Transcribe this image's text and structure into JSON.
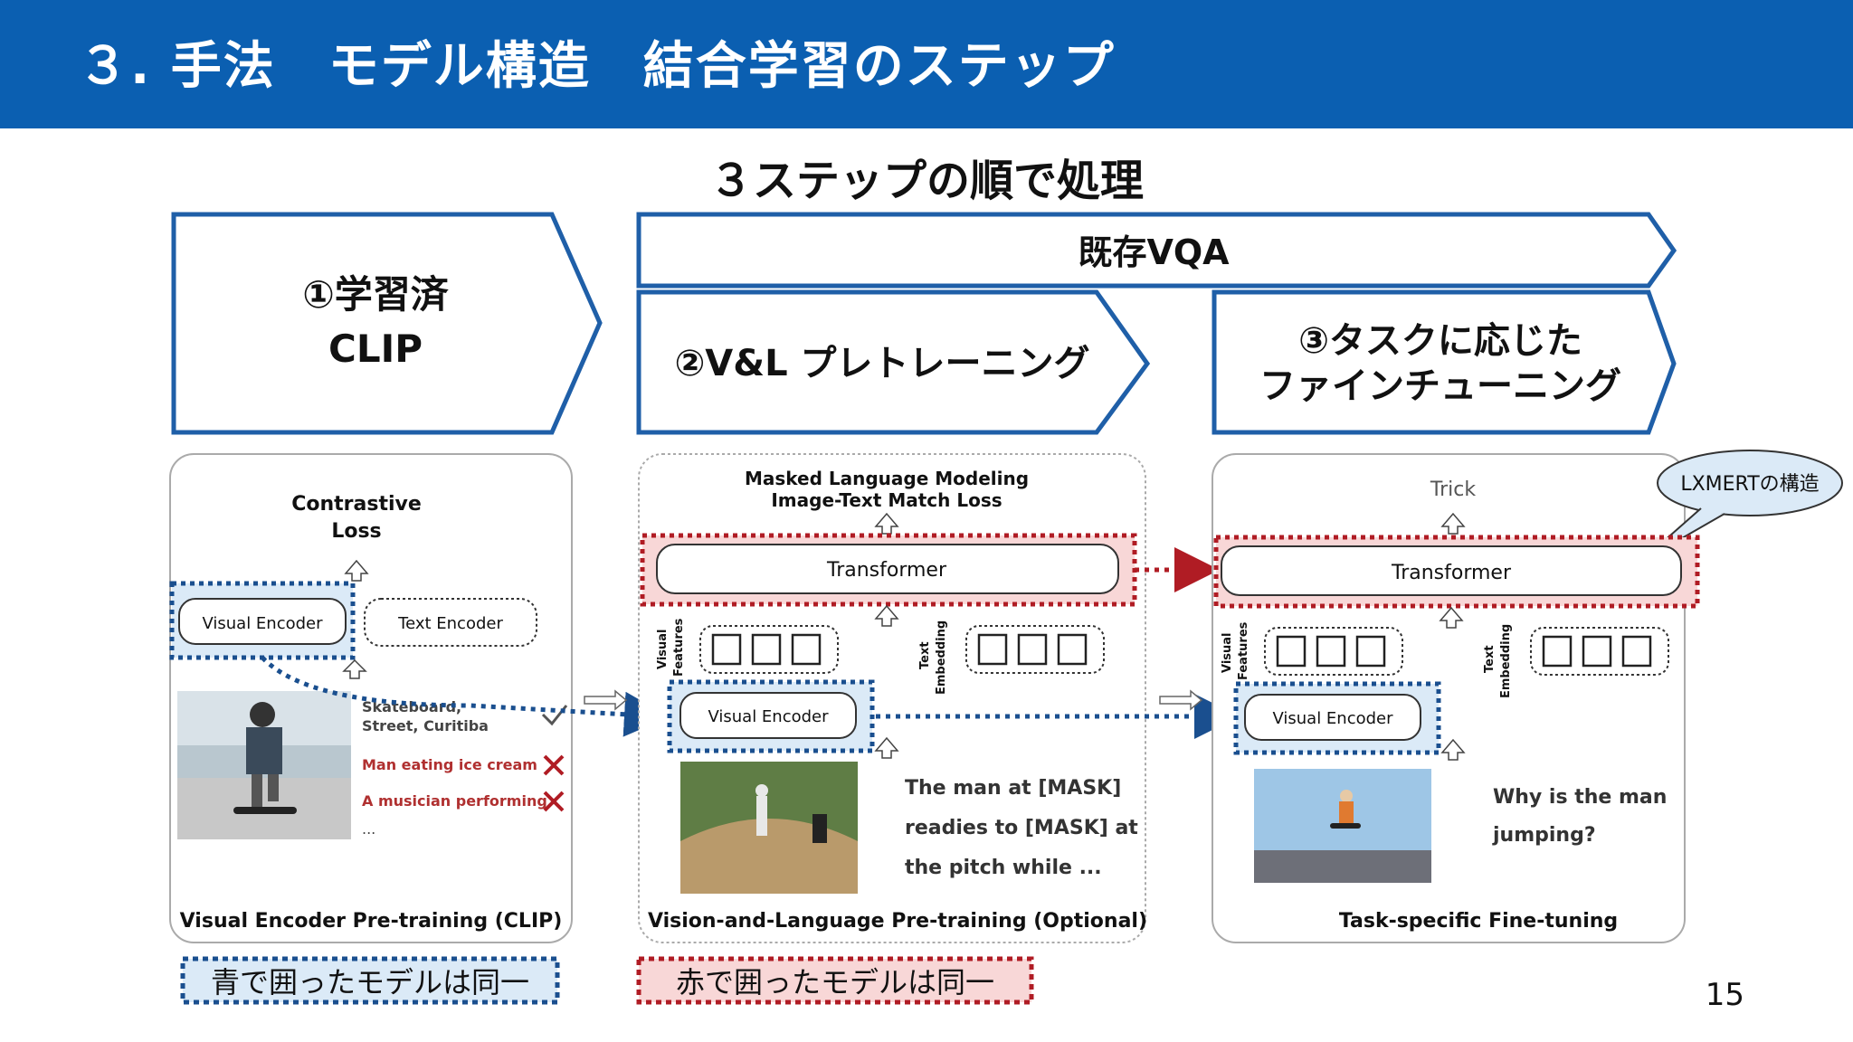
{
  "header": {
    "title": "３. 手法　モデル構造　結合学習のステップ"
  },
  "subtitle": "３ステップの順で処理",
  "steps": {
    "step1_line1": "①学習済",
    "step1_line2": "CLIP",
    "existing_vqa": "既存VQA",
    "step2": "②V&L プレトレーニング",
    "step3_line1": "③タスクに応じた",
    "step3_line2": "ファインチューニング"
  },
  "panel1": {
    "loss_line1": "Contrastive",
    "loss_line2": "Loss",
    "visual_encoder": "Visual Encoder",
    "text_encoder": "Text Encoder",
    "caption1_line1": "Skateboard,",
    "caption1_line2": "Street, Curitiba",
    "caption2": "Man eating ice cream",
    "caption3": "A musician performing",
    "ellipsis": "...",
    "footer": "Visual Encoder Pre-training (CLIP)"
  },
  "panel2": {
    "loss_line1": "Masked Language Modeling",
    "loss_line2": "Image-Text Match Loss",
    "transformer": "Transformer",
    "visual_features_line1": "Visual",
    "visual_features_line2": "Features",
    "text_embedding_line1": "Text",
    "text_embedding_line2": "Embedding",
    "visual_encoder": "Visual Encoder",
    "text_line1": "The man at [MASK]",
    "text_line2": "readies to [MASK] at",
    "text_line3": "the pitch while ...",
    "footer": "Vision-and-Language Pre-training (Optional)"
  },
  "panel3": {
    "trick": "Trick",
    "callout": "LXMERTの構造",
    "transformer": "Transformer",
    "visual_features_line1": "Visual",
    "visual_features_line2": "Features",
    "text_embedding_line1": "Text",
    "text_embedding_line2": "Embedding",
    "visual_encoder": "Visual Encoder",
    "question_line1": "Why is the man",
    "question_line2": "jumping?",
    "footer": "Task-specific Fine-tuning"
  },
  "notes": {
    "blue_note": "青で囲ったモデルは同一",
    "red_note": "赤で囲ったモデルは同一"
  },
  "page_number": "15",
  "colors": {
    "header_blue": "#0b5fb1",
    "arrow_blue": "#1f5fa8",
    "dotted_blue": "#1a4f8f",
    "dotted_red": "#b01c24",
    "highlight_blue": "#dbeaf7",
    "highlight_red": "#f8d7d7"
  }
}
